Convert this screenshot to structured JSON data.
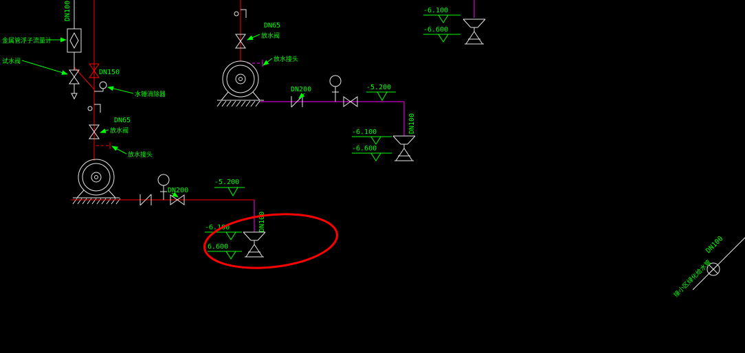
{
  "colors": {
    "background": "#000000",
    "pipe_red": "#ff0000",
    "pipe_magenta": "#ff00ff",
    "label_green": "#00ff00",
    "linework_white": "#e8e8e8",
    "highlight_red": "#ff0000"
  },
  "icons": [
    "centrifugal-pump-icon",
    "gate-valve-icon",
    "check-valve-icon",
    "pressure-gauge-icon",
    "drain-funnel-icon",
    "elevation-marker-icon",
    "float-flowmeter-icon",
    "water-hammer-arrester-icon",
    "pipe-cap-icon",
    "highlight-ellipse"
  ],
  "left_pump_unit": {
    "riser_dn_label": "DN100",
    "flowmeter_label": "金属管浮子流量计",
    "test_valve_label": "试水阀",
    "inlet_valve_dn_label": "DN150",
    "water_hammer_label": "水锤消除器",
    "drain_dn_label": "DN65",
    "drain_valve_label": "放水阀",
    "drain_joint_label": "放水接头",
    "discharge_valve_dn_label": "DN200",
    "pipe_elevation_label": "-5.200",
    "drop_dn_label": "DN100",
    "funnel_top_elevation_label": "-6.100",
    "funnel_bottom_elevation_label": "6.600"
  },
  "middle_pump_unit": {
    "drain_dn_label": "DN65",
    "drain_valve_label": "放水阀",
    "drain_joint_label": "放水接头",
    "discharge_valve_dn_label": "DN200",
    "pipe_elevation_label": "-5.200",
    "drop_dn_label": "DN100",
    "funnel_top_elevation_label": "-6.100",
    "funnel_bottom_elevation_label": "-6.600"
  },
  "right_funnel_unit": {
    "top_elevation_label": "-6.100",
    "bottom_elevation_label": "-6.600"
  },
  "greening_branch": {
    "dn_label": "DN100",
    "note_label": "接小区绿化给水管"
  }
}
